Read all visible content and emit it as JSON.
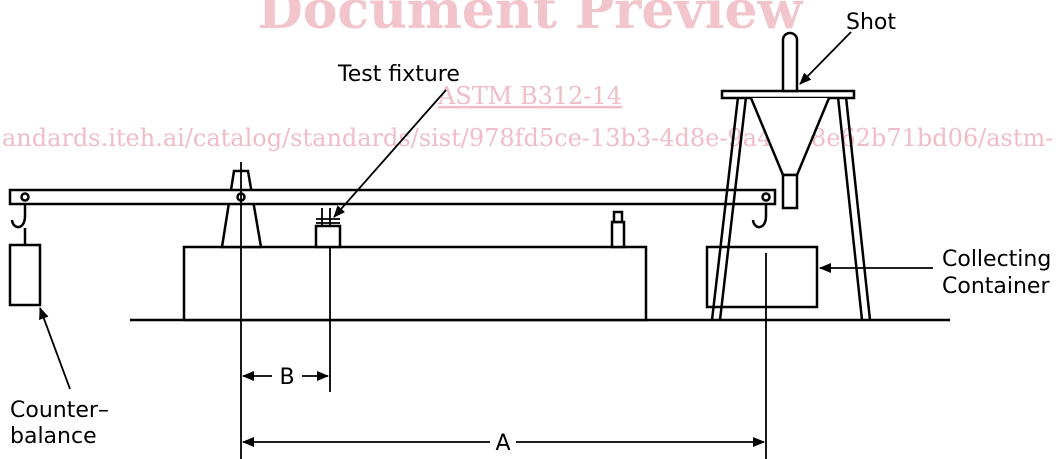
{
  "watermark": {
    "title": "Document Preview",
    "standard": "ASTM B312-14",
    "url": "andards.iteh.ai/catalog/standards/sist/978fd5ce-13b3-4d8e-9a48-78e62b71bd06/astm-"
  },
  "labels": {
    "shot": "Shot",
    "test_fixture": "Test fixture",
    "collecting_line1": "Collecting",
    "collecting_line2": "Container",
    "counter_line1": "Counter–",
    "counter_line2": "balance",
    "dim_a": "A",
    "dim_b": "B"
  }
}
